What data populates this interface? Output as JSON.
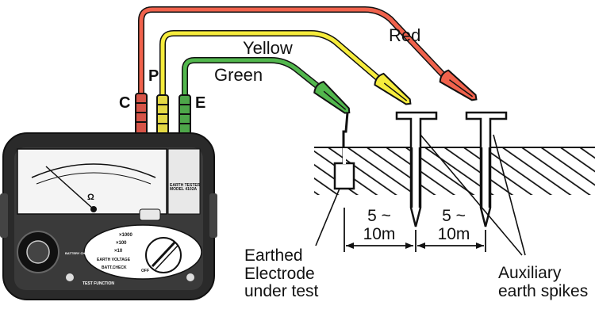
{
  "wires": {
    "red": {
      "label": "Red",
      "color": "#f0624c"
    },
    "yellow": {
      "label": "Yellow",
      "color": "#f6ec3c"
    },
    "green": {
      "label": "Green",
      "color": "#52b74d"
    }
  },
  "terminals": {
    "c": "C",
    "p": "P",
    "e": "E"
  },
  "spacing": {
    "first": "5 ~\n10m",
    "second": "5 ~\n10m"
  },
  "notes": {
    "electrode": "Earthed\nElectrode\nunder test",
    "spikes": "Auxiliary\nearth spikes"
  },
  "meter": {
    "brand_badge": "EARTH TESTER\nMODEL 4102A",
    "ohm_symbol": "Ω",
    "range_1": "×1000",
    "range_2": "×100",
    "range_3": "×10",
    "earth_voltage": "EARTH VOLTAGE",
    "battery_check": "BATT.CHECK",
    "off_label": "OFF",
    "test_function": "TEST FUNCTION",
    "battery_check_side": "BATTERY CHK"
  }
}
